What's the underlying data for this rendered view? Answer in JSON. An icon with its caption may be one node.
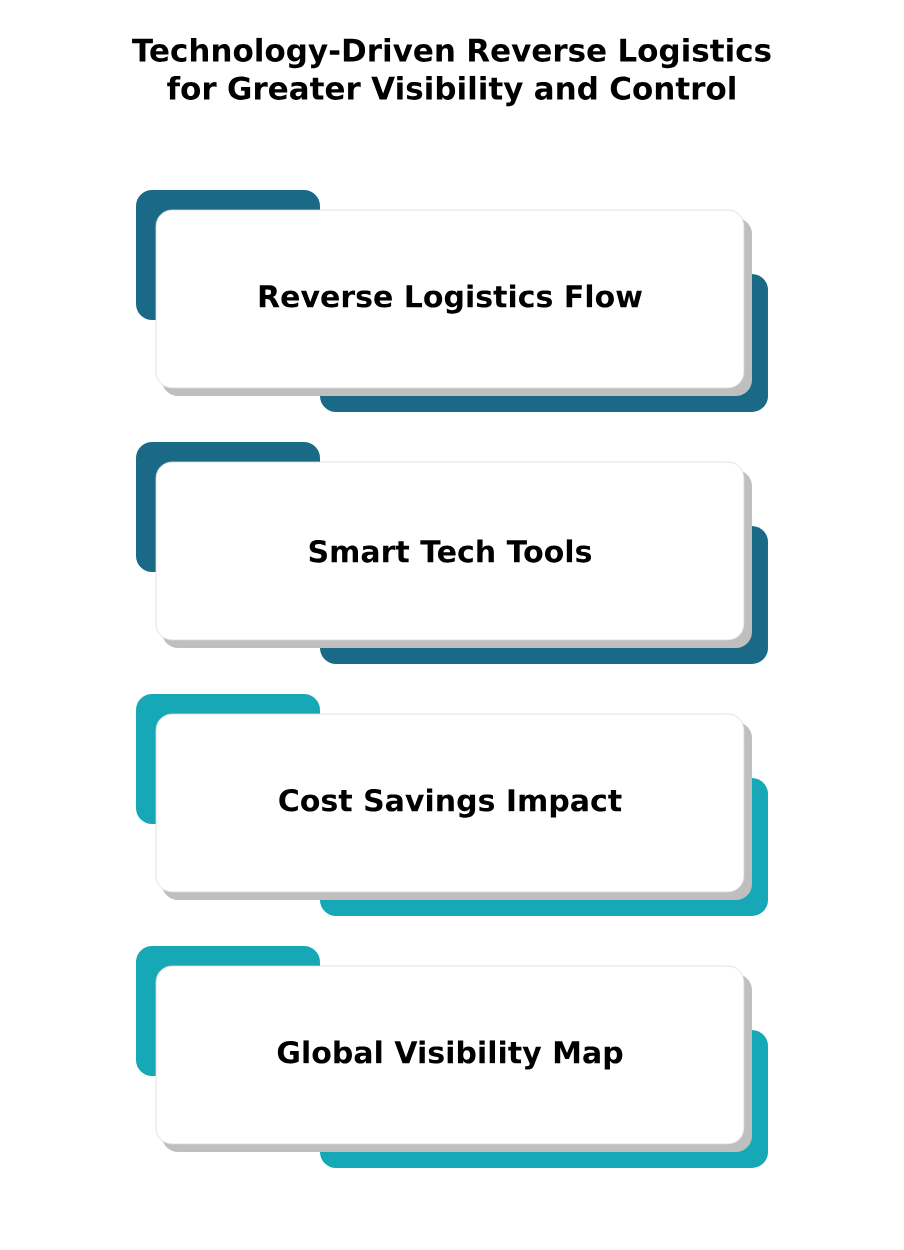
{
  "diagram": {
    "title": "Technology-Driven Reverse Logistics for Greater Visibility and Control",
    "nodes": [
      {
        "text": [
          "Reverse Logistics Flow"
        ]
      },
      {
        "text": [
          "Smart Tech Tools"
        ]
      },
      {
        "text": [
          "Cost Savings Impact"
        ]
      },
      {
        "text": [
          "Global Visibility Map"
        ]
      }
    ]
  }
}
